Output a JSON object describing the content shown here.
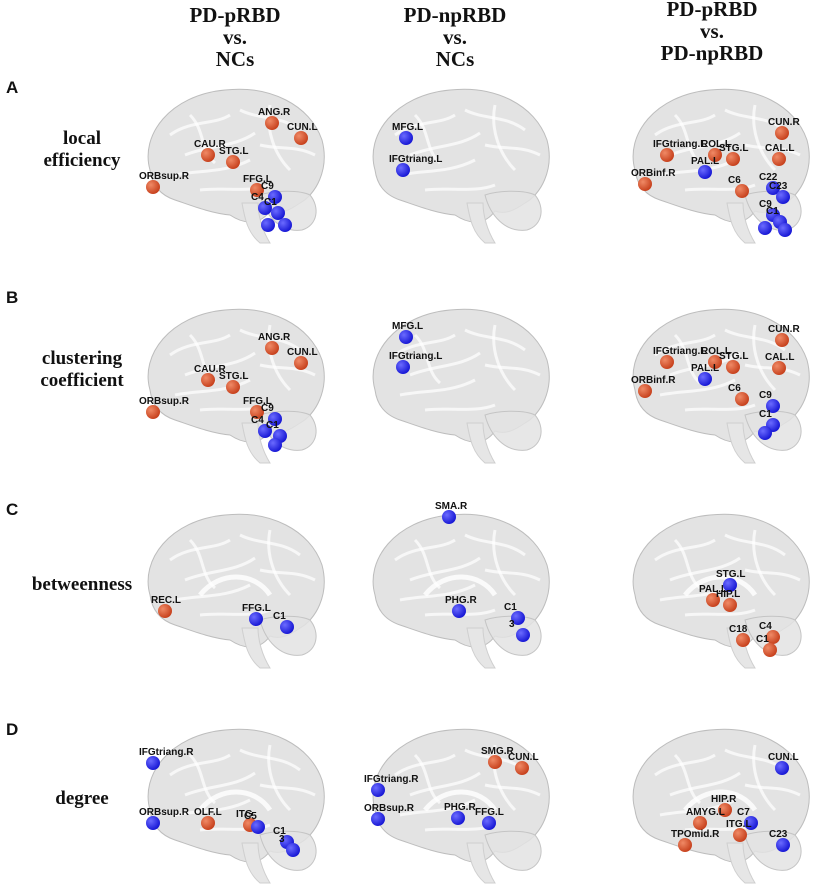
{
  "columns": [
    {
      "lines": [
        "PD-pRBD",
        "vs.",
        "NCs"
      ]
    },
    {
      "lines": [
        "PD-npRBD",
        "vs.",
        "NCs"
      ]
    },
    {
      "lines": [
        "PD-pRBD",
        "vs.",
        "PD-npRBD"
      ]
    }
  ],
  "rows": [
    {
      "letter": "A",
      "label_lines": [
        "local",
        "efficiency"
      ]
    },
    {
      "letter": "B",
      "label_lines": [
        "clustering",
        "coefficient"
      ]
    },
    {
      "letter": "C",
      "label_lines": [
        "betweenness"
      ]
    },
    {
      "letter": "D",
      "label_lines": [
        "degree"
      ]
    }
  ],
  "colors": {
    "increase": "#c8431f",
    "decrease": "#1a1ad6",
    "label_dark": "#111111",
    "label_grey": "#888888"
  },
  "panels": [
    [
      {
        "nodes": [
          {
            "label": "ANG.R",
            "c": "r"
          },
          {
            "label": "CUN.L",
            "c": "r"
          },
          {
            "label": "CAU.R",
            "c": "r"
          },
          {
            "label": "STG.L",
            "c": "r"
          },
          {
            "label": "ORBsup.R",
            "c": "r"
          },
          {
            "label": "FFG.L",
            "c": "r"
          },
          {
            "label": "C9",
            "c": "b"
          },
          {
            "label": "C4",
            "c": "b"
          },
          {
            "label": "C1",
            "c": "b"
          },
          {
            "label": "",
            "c": "b"
          },
          {
            "label": "",
            "c": "b"
          }
        ]
      },
      {
        "nodes": [
          {
            "label": "MFG.L",
            "c": "b"
          },
          {
            "label": "IFGtriang.L",
            "c": "b"
          }
        ]
      },
      {
        "nodes": [
          {
            "label": "CUN.R",
            "c": "r"
          },
          {
            "label": "IFGtriang.L",
            "c": "r"
          },
          {
            "label": "ROL.L",
            "c": "r"
          },
          {
            "label": "STG.L",
            "c": "r"
          },
          {
            "label": "PAL.L",
            "c": "b"
          },
          {
            "label": "CAL.L",
            "c": "r"
          },
          {
            "label": "ORBinf.R",
            "c": "r"
          },
          {
            "label": "C6",
            "c": "r"
          },
          {
            "label": "C22",
            "c": "b"
          },
          {
            "label": "C23",
            "c": "b"
          },
          {
            "label": "C9",
            "c": "b"
          },
          {
            "label": "C1",
            "c": "b"
          },
          {
            "label": "",
            "c": "b"
          },
          {
            "label": "",
            "c": "b"
          }
        ]
      }
    ],
    [
      {
        "nodes": [
          {
            "label": "ANG.R",
            "c": "r"
          },
          {
            "label": "CUN.L",
            "c": "r"
          },
          {
            "label": "CAU.R",
            "c": "r"
          },
          {
            "label": "STG.L",
            "c": "r"
          },
          {
            "label": "ORBsup.R",
            "c": "r"
          },
          {
            "label": "FFG.L",
            "c": "r"
          },
          {
            "label": "C9",
            "c": "b"
          },
          {
            "label": "C4",
            "c": "b"
          },
          {
            "label": "C1",
            "c": "b"
          },
          {
            "label": "",
            "c": "b"
          }
        ]
      },
      {
        "nodes": [
          {
            "label": "MFG.L",
            "c": "b"
          },
          {
            "label": "IFGtriang.L",
            "c": "b"
          }
        ]
      },
      {
        "nodes": [
          {
            "label": "CUN.R",
            "c": "r"
          },
          {
            "label": "IFGtriang.L",
            "c": "r"
          },
          {
            "label": "ROL.L",
            "c": "r"
          },
          {
            "label": "STG.L",
            "c": "r"
          },
          {
            "label": "PAL.L",
            "c": "b"
          },
          {
            "label": "CAL.L",
            "c": "r"
          },
          {
            "label": "ORBinf.R",
            "c": "r"
          },
          {
            "label": "C6",
            "c": "r"
          },
          {
            "label": "C9",
            "c": "b"
          },
          {
            "label": "C1",
            "c": "b"
          },
          {
            "label": "",
            "c": "b"
          }
        ]
      }
    ],
    [
      {
        "nodes": [
          {
            "label": "REC.L",
            "c": "r"
          },
          {
            "label": "FFG.L",
            "c": "b"
          },
          {
            "label": "C1",
            "c": "b"
          }
        ]
      },
      {
        "nodes": [
          {
            "label": "SMA.R",
            "c": "b"
          },
          {
            "label": "PHG.R",
            "c": "b"
          },
          {
            "label": "C1",
            "c": "b"
          },
          {
            "label": "3",
            "c": "b"
          }
        ]
      },
      {
        "nodes": [
          {
            "label": "STG.L",
            "c": "b"
          },
          {
            "label": "PAL.L",
            "c": "r"
          },
          {
            "label": "HIP.L",
            "c": "r"
          },
          {
            "label": "C18",
            "c": "r"
          },
          {
            "label": "C4",
            "c": "r"
          },
          {
            "label": "C1",
            "c": "r"
          }
        ]
      }
    ],
    [
      {
        "nodes": [
          {
            "label": "IFGtriang.R",
            "c": "b"
          },
          {
            "label": "ORBsup.R",
            "c": "b"
          },
          {
            "label": "OLF.L",
            "c": "r"
          },
          {
            "label": "ITG",
            "c": "r"
          },
          {
            "label": "C5",
            "c": "b"
          },
          {
            "label": "C1",
            "c": "b"
          },
          {
            "label": "3",
            "c": "b"
          }
        ]
      },
      {
        "nodes": [
          {
            "label": "SMG.R",
            "c": "r"
          },
          {
            "label": "CUN.L",
            "c": "r"
          },
          {
            "label": "IFGtriang.R",
            "c": "b"
          },
          {
            "label": "ORBsup.R",
            "c": "b"
          },
          {
            "label": "PHG.R",
            "c": "b"
          },
          {
            "label": "FFG.L",
            "c": "b"
          }
        ]
      },
      {
        "nodes": [
          {
            "label": "CUN.L",
            "c": "b"
          },
          {
            "label": "HIP.R",
            "c": "r"
          },
          {
            "label": "AMYG.L",
            "c": "r"
          },
          {
            "label": "C7",
            "c": "b"
          },
          {
            "label": "ITG.L",
            "c": "r"
          },
          {
            "label": "TPOmid.R",
            "c": "r"
          },
          {
            "label": "C23",
            "c": "b"
          }
        ]
      }
    ]
  ]
}
